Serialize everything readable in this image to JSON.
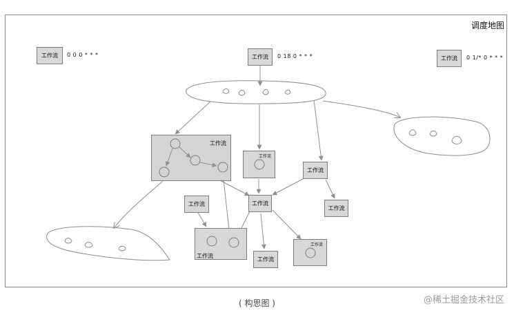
{
  "map_title": "调度地图",
  "caption": "( 构思图 )",
  "watermark": "@稀土掘金技术社区",
  "workflow_label": "工作流",
  "schedules": {
    "left": "0 0 0 * * *",
    "center": "0 18 0 * * *",
    "right": "0 1/* 0 * * *"
  },
  "colors": {
    "node_fill": "#d8d8d8",
    "node_border": "#7c7c7c",
    "edge": "#8f8f8f",
    "blob": "#8a8a8a"
  }
}
